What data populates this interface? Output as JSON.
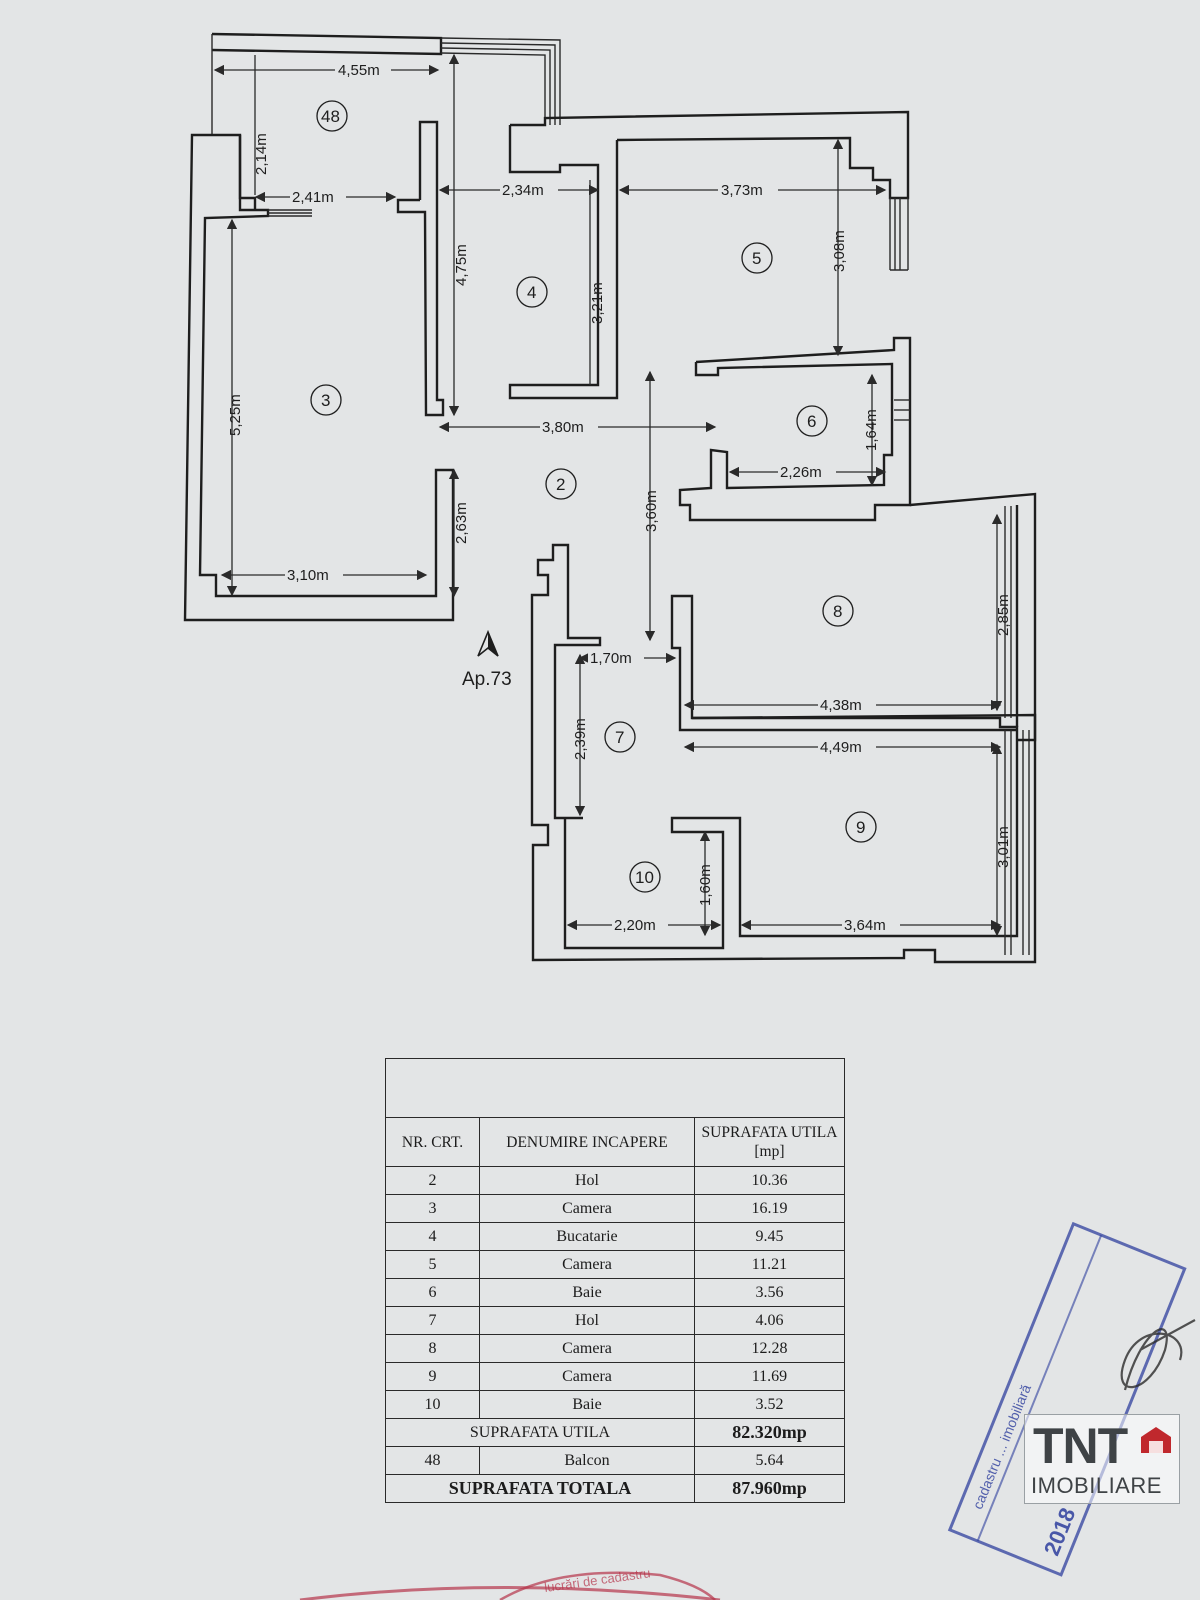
{
  "plan": {
    "apartment_label": "Ap.73",
    "rooms": {
      "r48": "48",
      "r3": "3",
      "r4": "4",
      "r5": "5",
      "r6": "6",
      "r2": "2",
      "r8": "8",
      "r7": "7",
      "r9": "9",
      "r10": "10"
    },
    "dimensions": {
      "d_455": "4,55m",
      "d_214": "2,14m",
      "d_241": "2,41m",
      "d_234": "2,34m",
      "d_373": "3,73m",
      "d_475": "4,75m",
      "d_321": "3,21m",
      "d_308": "3,08m",
      "d_525": "5,25m",
      "d_380": "3,80m",
      "d_164": "1,64m",
      "d_226": "2,26m",
      "d_263": "2,63m",
      "d_360": "3,60m",
      "d_310": "3,10m",
      "d_285": "2,85m",
      "d_170": "1,70m",
      "d_438": "4,38m",
      "d_239": "2,39m",
      "d_449": "4,49m",
      "d_301": "3,01m",
      "d_160": "1,60m",
      "d_220": "2,20m",
      "d_364": "3,64m"
    }
  },
  "table": {
    "headers": {
      "nr": "NR. CRT.",
      "name": "DENUMIRE INCAPERE",
      "area": "SUPRAFATA UTILA [mp]"
    },
    "rows": [
      {
        "nr": "2",
        "name": "Hol",
        "area": "10.36"
      },
      {
        "nr": "3",
        "name": "Camera",
        "area": "16.19"
      },
      {
        "nr": "4",
        "name": "Bucatarie",
        "area": "9.45"
      },
      {
        "nr": "5",
        "name": "Camera",
        "area": "11.21"
      },
      {
        "nr": "6",
        "name": "Baie",
        "area": "3.56"
      },
      {
        "nr": "7",
        "name": "Hol",
        "area": "4.06"
      },
      {
        "nr": "8",
        "name": "Camera",
        "area": "12.28"
      },
      {
        "nr": "9",
        "name": "Camera",
        "area": "11.69"
      },
      {
        "nr": "10",
        "name": "Baie",
        "area": "3.52"
      }
    ],
    "useful_label": "SUPRAFATA UTILA",
    "useful_value": "82.320mp",
    "balcony": {
      "nr": "48",
      "name": "Balcon",
      "area": "5.64"
    },
    "total_label": "SUPRAFATA TOTALA",
    "total_value": "87.960mp"
  },
  "logo": {
    "line1": "TNT",
    "line2": "IMOBILIARE",
    "accent_color": "#c0282d"
  },
  "stamp": {
    "text": "cadastru ... imobiliară",
    "year": "2018",
    "color": "#2f3f9e"
  },
  "seal": {
    "text": "lucrări de cadastru",
    "color": "#b5344a"
  },
  "colors": {
    "paper": "#e3e5e6",
    "ink": "#1e1e1e"
  }
}
